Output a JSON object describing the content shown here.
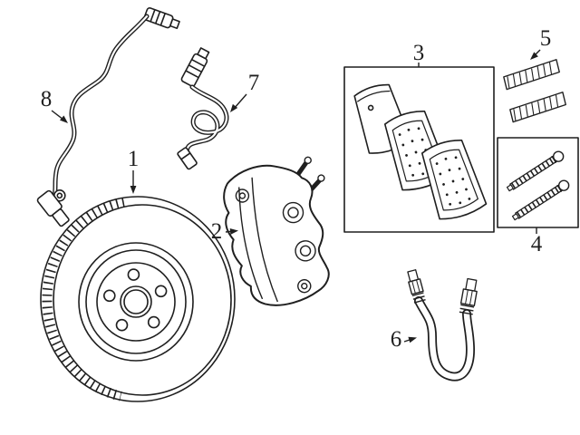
{
  "figure": {
    "kind": "exploded-parts-diagram",
    "subject": "disc-brake-assembly",
    "background_color": "#ffffff",
    "line_color": "#1f1f1f"
  },
  "callouts": [
    {
      "label": "1",
      "part": "brake-rotor"
    },
    {
      "label": "2",
      "part": "brake-caliper"
    },
    {
      "label": "3",
      "part": "brake-pad-set"
    },
    {
      "label": "4",
      "part": "caliper-guide-pins"
    },
    {
      "label": "5",
      "part": "pad-retaining-clips"
    },
    {
      "label": "6",
      "part": "brake-hose"
    },
    {
      "label": "7",
      "part": "pad-wear-sensor"
    },
    {
      "label": "8",
      "part": "abs-wheel-speed-sensor"
    }
  ]
}
